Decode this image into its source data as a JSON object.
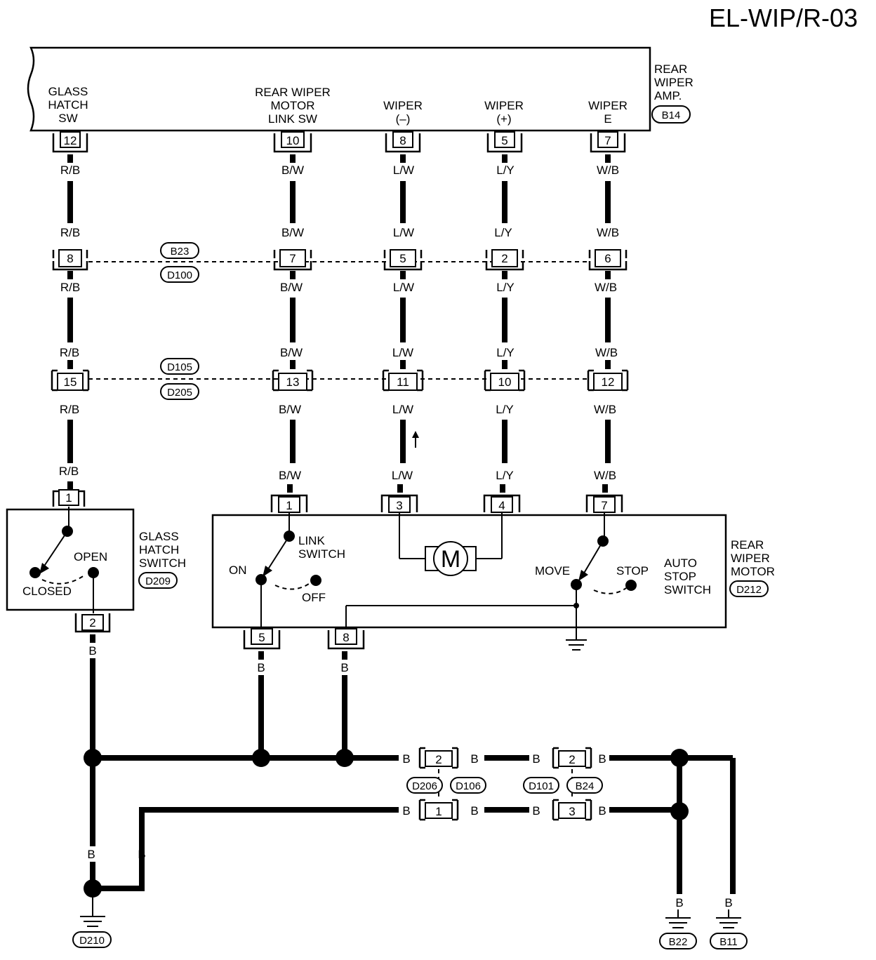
{
  "title": "EL-WIP/R-03",
  "amp": {
    "name_lines": [
      "REAR",
      "WIPER",
      "AMP."
    ],
    "connector": "B14",
    "terminals": [
      {
        "label_lines": [
          "GLASS",
          "HATCH",
          "SW"
        ],
        "pin": "12"
      },
      {
        "label_lines": [
          "REAR WIPER",
          "MOTOR",
          "LINK SW"
        ],
        "pin": "10"
      },
      {
        "label_lines": [
          "WIPER",
          "(–)"
        ],
        "pin": "8"
      },
      {
        "label_lines": [
          "WIPER",
          "(+)"
        ],
        "pin": "5"
      },
      {
        "label_lines": [
          "WIPER",
          "E"
        ],
        "pin": "7"
      }
    ]
  },
  "wire_colors": [
    "R/B",
    "B/W",
    "L/W",
    "L/Y",
    "W/B"
  ],
  "joint1": {
    "connectors": [
      "B23",
      "D100"
    ],
    "pins": [
      "8",
      "7",
      "5",
      "2",
      "6"
    ]
  },
  "joint2": {
    "connectors": [
      "D105",
      "D205"
    ],
    "pins": [
      "15",
      "13",
      "11",
      "10",
      "12"
    ]
  },
  "glass_hatch_switch": {
    "name_lines": [
      "GLASS",
      "HATCH",
      "SWITCH"
    ],
    "connector": "D209",
    "pin_in": "1",
    "pin_out": "2",
    "open_label": "OPEN",
    "closed_label": "CLOSED"
  },
  "rear_wiper_motor": {
    "name_lines": [
      "REAR",
      "WIPER",
      "MOTOR"
    ],
    "connector": "D212",
    "pins_top": [
      "1",
      "3",
      "4",
      "7"
    ],
    "pins_bottom": [
      "5",
      "8"
    ],
    "link_switch_lines": [
      "LINK",
      "SWITCH"
    ],
    "on_label": "ON",
    "off_label": "OFF",
    "motor_symbol": "M",
    "auto_stop_lines": [
      "AUTO",
      "STOP",
      "SWITCH"
    ],
    "move_label": "MOVE",
    "stop_label": "STOP"
  },
  "ground_wire": "B",
  "ground_joints": {
    "joint_a": {
      "connectors": [
        "D206",
        "D106"
      ],
      "pin_upper": "2",
      "pin_lower": "1"
    },
    "joint_b": {
      "connectors": [
        "D101",
        "B24"
      ],
      "pin_upper": "2",
      "pin_lower": "3"
    }
  },
  "grounds": [
    "D210",
    "B22",
    "B11"
  ]
}
